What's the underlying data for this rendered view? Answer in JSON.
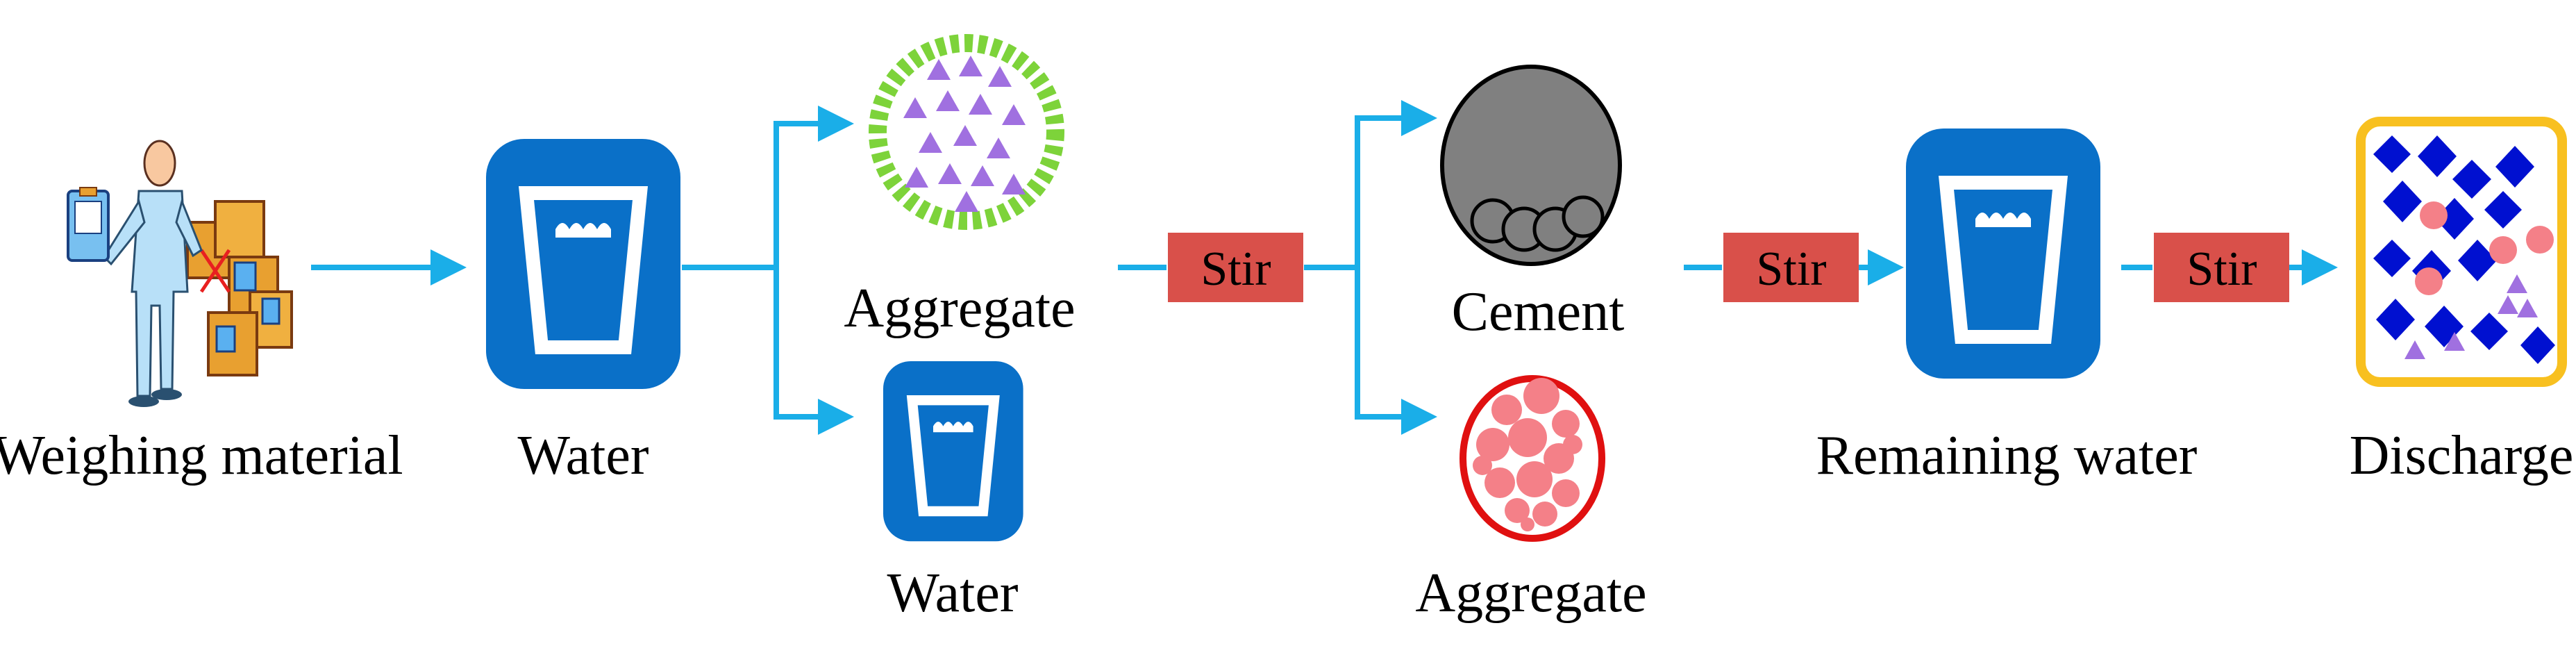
{
  "colors": {
    "arrow": "#1AAEE8",
    "water_icon": "#0A70C8",
    "stir_box": "#D9504A",
    "aggregate_ring": "#7DD33A",
    "aggregate_triangles": "#A070E0",
    "cement_fill": "#808080",
    "sand_ring": "#E01010",
    "sand_dots": "#F48088",
    "discharge_border": "#F8C020",
    "discharge_diamonds": "#0010D0"
  },
  "labels": {
    "weighing": "Weighing material",
    "water_1": "Water",
    "aggregate_top": "Aggregate",
    "water_2": "Water",
    "cement": "Cement",
    "aggregate_bottom": "Aggregate",
    "remaining_water": "Remaining water",
    "discharge": "Discharge"
  },
  "stir_labels": [
    "Stir",
    "Stir",
    "Stir"
  ],
  "icons": {
    "worker": "worker-with-materials-icon",
    "water": "water-glass-icon",
    "aggregate": "aggregate-triangles-icon",
    "cement": "cement-ball-icon",
    "sand": "sand-aggregate-icon",
    "discharge": "mixed-concrete-icon"
  }
}
